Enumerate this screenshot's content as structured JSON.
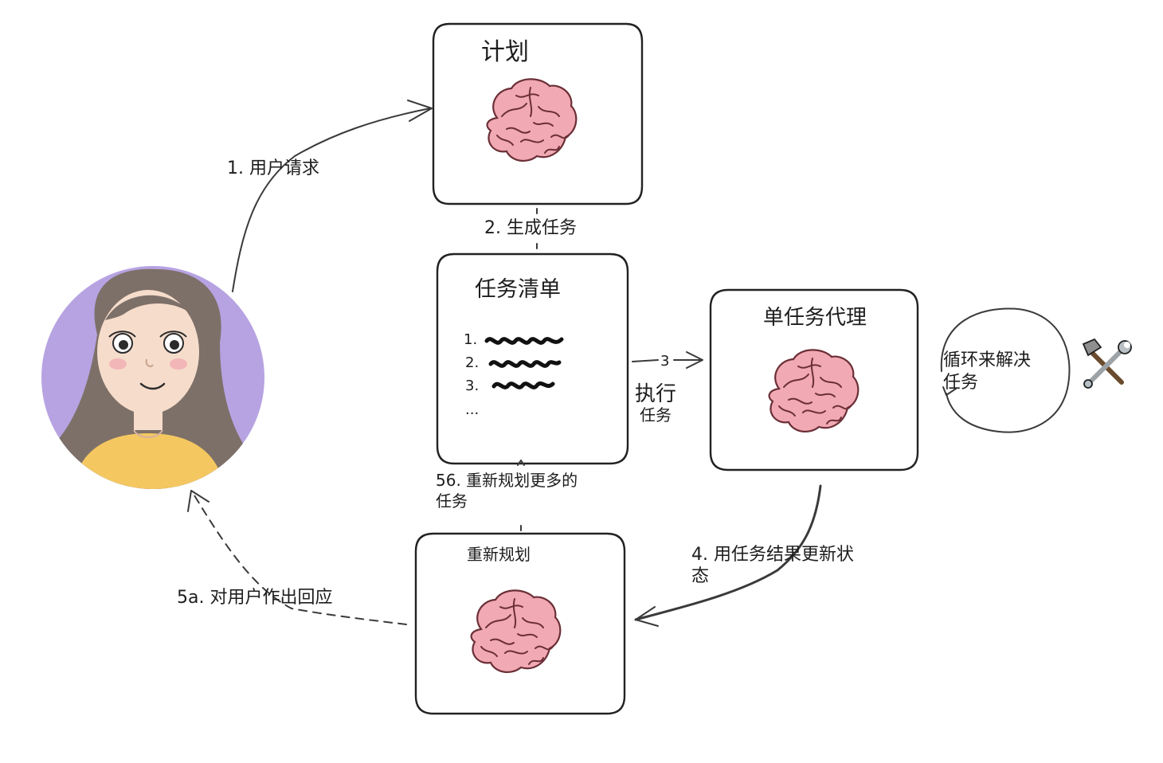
{
  "nodes": {
    "plan": {
      "title": "计划"
    },
    "task_list": {
      "title": "任务清单",
      "items": [
        "1.",
        "2.",
        "3.",
        "..."
      ]
    },
    "single_task_agent": {
      "title": "单任务代理"
    },
    "replan": {
      "title": "重新规划"
    }
  },
  "edges": {
    "step1": "1. 用户请求",
    "step2": "2. 生成任务",
    "step3_number": "3",
    "step3_main": "执行",
    "step3_sub": "任务",
    "step4_line1": "4. 用任务结果更新状",
    "step4_line2": "态",
    "step5a": "5a. 对用户作出回应",
    "step5b_line1": "56. 重新规划更多的",
    "step5b_line2": "任务",
    "loop_line1": "循环来解决",
    "loop_line2": "任务"
  },
  "icons": {
    "tools": "hammer-wrench-icon",
    "brain": "brain-icon",
    "user": "user-avatar"
  },
  "colors": {
    "avatar_bg": "#b7a3e2",
    "hair": "#7d7068",
    "skin": "#f6dccb",
    "shirt": "#f4c760",
    "brain": "#f1a9b3",
    "outline": "#222222"
  }
}
